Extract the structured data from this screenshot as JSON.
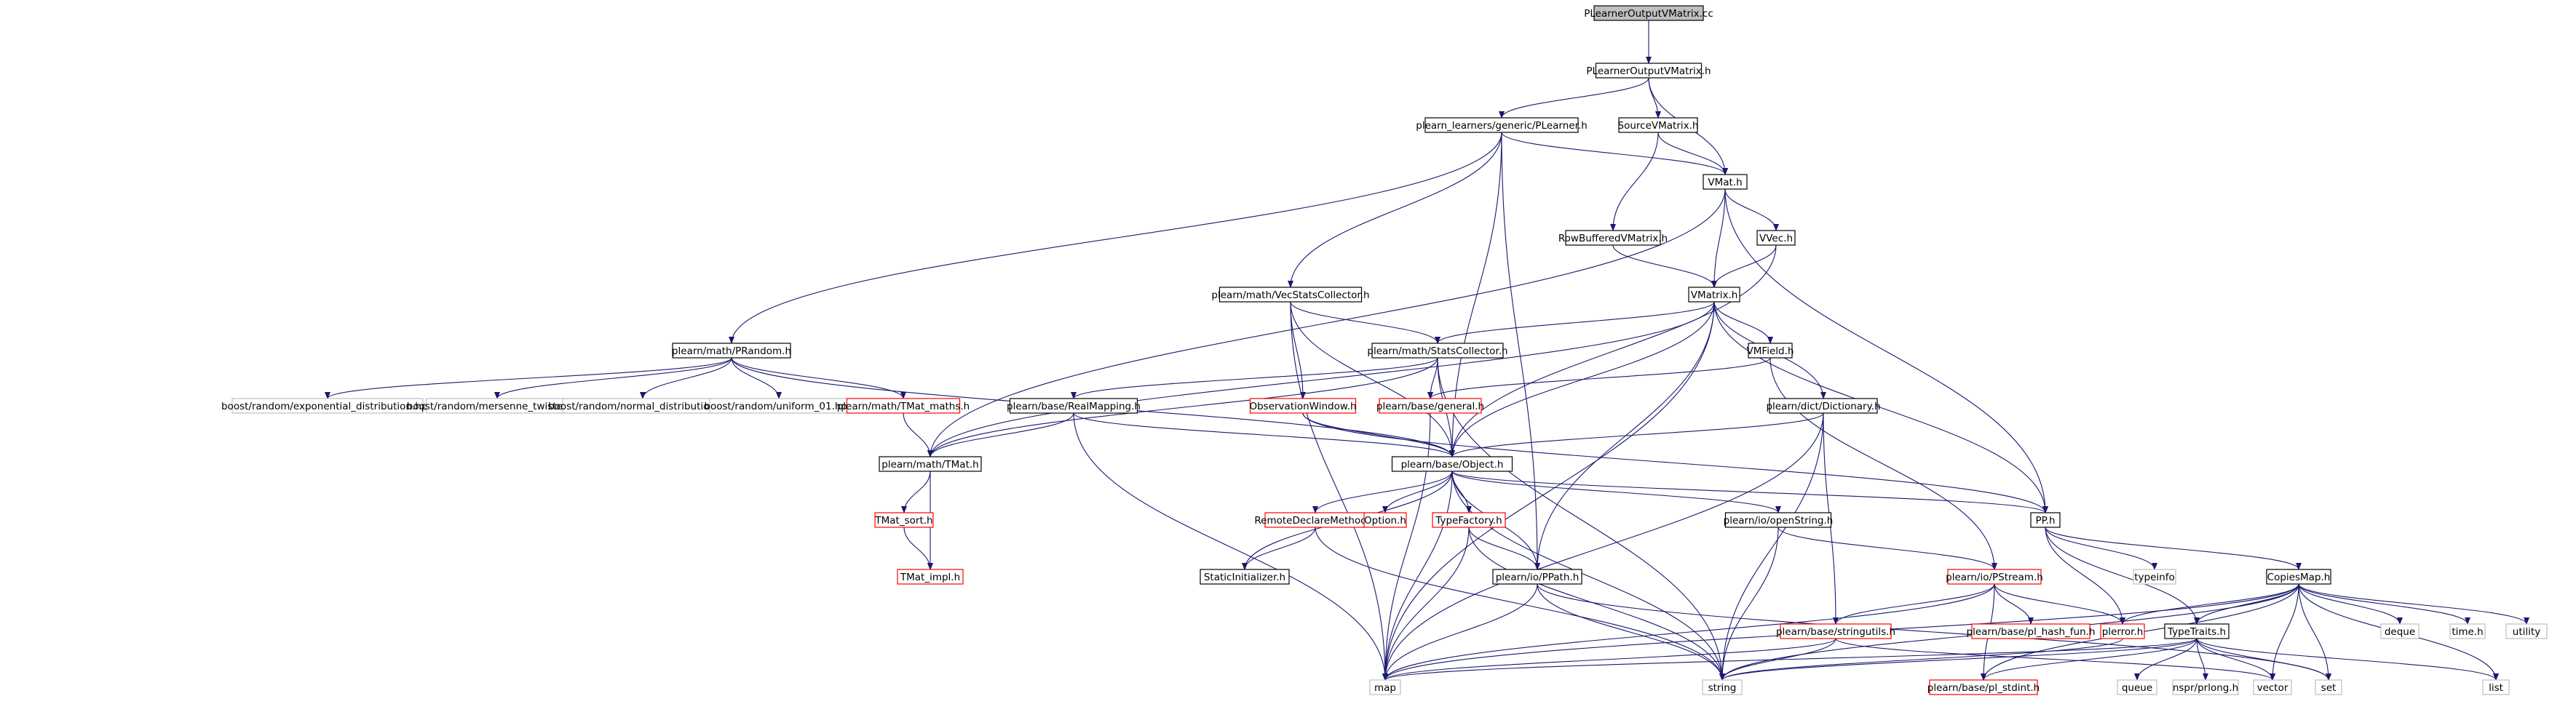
{
  "styles": {
    "root": {
      "fill": "#bfbfbf",
      "stroke": "#000000",
      "text": "#000000"
    },
    "normal": {
      "fill": "#ffffff",
      "stroke": "#000000",
      "text": "#000000"
    },
    "missing": {
      "fill": "#ffffff",
      "stroke": "#bfbfbf",
      "text": "#000000"
    },
    "truncated": {
      "fill": "#ffffff",
      "stroke": "#ff0000",
      "text": "#000000"
    },
    "edge_color": "#191970"
  },
  "nodes": [
    {
      "id": "root",
      "label": "PLearnerOutputVMatrix.cc",
      "style": "root"
    },
    {
      "id": "plov_h",
      "label": "PLearnerOutputVMatrix.h",
      "style": "normal"
    },
    {
      "id": "plearner_h",
      "label": "plearn_learners/generic/PLearner.h",
      "style": "normal"
    },
    {
      "id": "sourcevm_h",
      "label": "SourceVMatrix.h",
      "style": "normal"
    },
    {
      "id": "vmat_h",
      "label": "VMat.h",
      "style": "normal"
    },
    {
      "id": "rowbuf_h",
      "label": "RowBufferedVMatrix.h",
      "style": "normal"
    },
    {
      "id": "vvec_h",
      "label": "VVec.h",
      "style": "normal"
    },
    {
      "id": "vecstats_h",
      "label": "plearn/math/VecStatsCollector.h",
      "style": "normal"
    },
    {
      "id": "vmatrix_h",
      "label": "VMatrix.h",
      "style": "normal"
    },
    {
      "id": "prandom_h",
      "label": "plearn/math/PRandom.h",
      "style": "normal"
    },
    {
      "id": "statscol_h",
      "label": "plearn/math/StatsCollector.h",
      "style": "normal"
    },
    {
      "id": "vmfield_h",
      "label": "VMField.h",
      "style": "normal"
    },
    {
      "id": "exp_dist",
      "label": "boost/random/exponential_distribution.hpp",
      "style": "missing"
    },
    {
      "id": "mersenne",
      "label": "boost/random/mersenne_twister.hpp",
      "style": "missing"
    },
    {
      "id": "normal_dist",
      "label": "boost/random/normal_distribution.hpp",
      "style": "missing"
    },
    {
      "id": "uniform01",
      "label": "boost/random/uniform_01.hpp",
      "style": "missing"
    },
    {
      "id": "tmat_maths",
      "label": "plearn/math/TMat_maths.h",
      "style": "truncated"
    },
    {
      "id": "realmap_h",
      "label": "plearn/base/RealMapping.h",
      "style": "normal"
    },
    {
      "id": "obswin_h",
      "label": "ObservationWindow.h",
      "style": "truncated"
    },
    {
      "id": "general_h",
      "label": "plearn/base/general.h",
      "style": "truncated"
    },
    {
      "id": "dict_h",
      "label": "plearn/dict/Dictionary.h",
      "style": "normal"
    },
    {
      "id": "tmat_h",
      "label": "plearn/math/TMat.h",
      "style": "normal"
    },
    {
      "id": "object_h",
      "label": "plearn/base/Object.h",
      "style": "normal"
    },
    {
      "id": "pp_h",
      "label": "PP.h",
      "style": "normal"
    },
    {
      "id": "tmat_sort",
      "label": "TMat_sort.h",
      "style": "truncated"
    },
    {
      "id": "remotedecl",
      "label": "RemoteDeclareMethod.h",
      "style": "truncated"
    },
    {
      "id": "option_h",
      "label": "Option.h",
      "style": "truncated"
    },
    {
      "id": "typefactory",
      "label": "TypeFactory.h",
      "style": "truncated"
    },
    {
      "id": "openstring",
      "label": "plearn/io/openString.h",
      "style": "normal"
    },
    {
      "id": "typeinfo",
      "label": "typeinfo",
      "style": "missing"
    },
    {
      "id": "copiesmap",
      "label": "CopiesMap.h",
      "style": "normal"
    },
    {
      "id": "tmat_impl",
      "label": "TMat_impl.h",
      "style": "truncated"
    },
    {
      "id": "staticinit",
      "label": "StaticInitializer.h",
      "style": "normal"
    },
    {
      "id": "ppath_h",
      "label": "plearn/io/PPath.h",
      "style": "normal"
    },
    {
      "id": "pstream_h",
      "label": "plearn/io/PStream.h",
      "style": "truncated"
    },
    {
      "id": "stringutils",
      "label": "plearn/base/stringutils.h",
      "style": "truncated"
    },
    {
      "id": "hashfun",
      "label": "plearn/base/pl_hash_fun.h",
      "style": "truncated"
    },
    {
      "id": "plerror",
      "label": "plerror.h",
      "style": "truncated"
    },
    {
      "id": "typetraits",
      "label": "TypeTraits.h",
      "style": "normal"
    },
    {
      "id": "deque",
      "label": "deque",
      "style": "missing"
    },
    {
      "id": "time_h",
      "label": "time.h",
      "style": "missing"
    },
    {
      "id": "utility",
      "label": "utility",
      "style": "missing"
    },
    {
      "id": "map",
      "label": "map",
      "style": "missing"
    },
    {
      "id": "string",
      "label": "string",
      "style": "missing"
    },
    {
      "id": "plstdint",
      "label": "plearn/base/pl_stdint.h",
      "style": "truncated"
    },
    {
      "id": "queue",
      "label": "queue",
      "style": "missing"
    },
    {
      "id": "nspr",
      "label": "nspr/prlong.h",
      "style": "missing"
    },
    {
      "id": "vector",
      "label": "vector",
      "style": "missing"
    },
    {
      "id": "set",
      "label": "set",
      "style": "missing"
    },
    {
      "id": "list",
      "label": "list",
      "style": "missing"
    }
  ],
  "edges": [
    [
      "root",
      "plov_h"
    ],
    [
      "plov_h",
      "plearner_h"
    ],
    [
      "plov_h",
      "sourcevm_h"
    ],
    [
      "plov_h",
      "vmat_h"
    ],
    [
      "plearner_h",
      "vmat_h"
    ],
    [
      "plearner_h",
      "vecstats_h"
    ],
    [
      "plearner_h",
      "prandom_h"
    ],
    [
      "plearner_h",
      "object_h"
    ],
    [
      "plearner_h",
      "ppath_h"
    ],
    [
      "sourcevm_h",
      "vmat_h"
    ],
    [
      "sourcevm_h",
      "rowbuf_h"
    ],
    [
      "vmat_h",
      "vvec_h"
    ],
    [
      "vmat_h",
      "vmatrix_h"
    ],
    [
      "vmat_h",
      "tmat_h"
    ],
    [
      "vmat_h",
      "pp_h"
    ],
    [
      "rowbuf_h",
      "vmatrix_h"
    ],
    [
      "vvec_h",
      "vmatrix_h"
    ],
    [
      "vvec_h",
      "object_h"
    ],
    [
      "vecstats_h",
      "statscol_h"
    ],
    [
      "vecstats_h",
      "obswin_h"
    ],
    [
      "vecstats_h",
      "object_h"
    ],
    [
      "vecstats_h",
      "map"
    ],
    [
      "vmatrix_h",
      "statscol_h"
    ],
    [
      "vmatrix_h",
      "vmfield_h"
    ],
    [
      "vmatrix_h",
      "dict_h"
    ],
    [
      "vmatrix_h",
      "tmat_h"
    ],
    [
      "vmatrix_h",
      "object_h"
    ],
    [
      "vmatrix_h",
      "pp_h"
    ],
    [
      "vmatrix_h",
      "ppath_h"
    ],
    [
      "vmatrix_h",
      "map"
    ],
    [
      "prandom_h",
      "exp_dist"
    ],
    [
      "prandom_h",
      "mersenne"
    ],
    [
      "prandom_h",
      "normal_dist"
    ],
    [
      "prandom_h",
      "uniform01"
    ],
    [
      "prandom_h",
      "tmat_maths"
    ],
    [
      "prandom_h",
      "object_h"
    ],
    [
      "statscol_h",
      "realmap_h"
    ],
    [
      "statscol_h",
      "general_h"
    ],
    [
      "statscol_h",
      "object_h"
    ],
    [
      "statscol_h",
      "tmat_h"
    ],
    [
      "statscol_h",
      "string"
    ],
    [
      "vmfield_h",
      "general_h"
    ],
    [
      "vmfield_h",
      "pstream_h"
    ],
    [
      "tmat_maths",
      "tmat_h"
    ],
    [
      "realmap_h",
      "object_h"
    ],
    [
      "realmap_h",
      "tmat_h"
    ],
    [
      "realmap_h",
      "map"
    ],
    [
      "obswin_h",
      "object_h"
    ],
    [
      "obswin_h",
      "pp_h"
    ],
    [
      "general_h",
      "map"
    ],
    [
      "dict_h",
      "object_h"
    ],
    [
      "dict_h",
      "stringutils"
    ],
    [
      "dict_h",
      "map"
    ],
    [
      "dict_h",
      "string"
    ],
    [
      "tmat_h",
      "tmat_sort"
    ],
    [
      "tmat_h",
      "tmat_impl"
    ],
    [
      "tmat_sort",
      "tmat_impl"
    ],
    [
      "object_h",
      "pp_h"
    ],
    [
      "object_h",
      "remotedecl"
    ],
    [
      "object_h",
      "option_h"
    ],
    [
      "object_h",
      "typefactory"
    ],
    [
      "object_h",
      "openstring"
    ],
    [
      "object_h",
      "staticinit"
    ],
    [
      "object_h",
      "ppath_h"
    ],
    [
      "object_h",
      "map"
    ],
    [
      "object_h",
      "string"
    ],
    [
      "pp_h",
      "typeinfo"
    ],
    [
      "pp_h",
      "copiesmap"
    ],
    [
      "pp_h",
      "plerror"
    ],
    [
      "pp_h",
      "typetraits"
    ],
    [
      "remotedecl",
      "staticinit"
    ],
    [
      "remotedecl",
      "string"
    ],
    [
      "typefactory",
      "ppath_h"
    ],
    [
      "typefactory",
      "map"
    ],
    [
      "typefactory",
      "string"
    ],
    [
      "openstring",
      "pstream_h"
    ],
    [
      "openstring",
      "string"
    ],
    [
      "ppath_h",
      "set"
    ],
    [
      "ppath_h",
      "map"
    ],
    [
      "ppath_h",
      "string"
    ],
    [
      "pstream_h",
      "stringutils"
    ],
    [
      "pstream_h",
      "hashfun"
    ],
    [
      "pstream_h",
      "plerror"
    ],
    [
      "pstream_h",
      "plstdint"
    ],
    [
      "pstream_h",
      "map"
    ],
    [
      "copiesmap",
      "deque"
    ],
    [
      "copiesmap",
      "time_h"
    ],
    [
      "copiesmap",
      "utility"
    ],
    [
      "copiesmap",
      "plerror"
    ],
    [
      "copiesmap",
      "typetraits"
    ],
    [
      "copiesmap",
      "map"
    ],
    [
      "copiesmap",
      "vector"
    ],
    [
      "copiesmap",
      "set"
    ],
    [
      "copiesmap",
      "list"
    ],
    [
      "copiesmap",
      "string"
    ],
    [
      "copiesmap",
      "plstdint"
    ],
    [
      "stringutils",
      "map"
    ],
    [
      "stringutils",
      "string"
    ],
    [
      "stringutils",
      "vector"
    ],
    [
      "plerror",
      "string"
    ],
    [
      "typetraits",
      "list"
    ],
    [
      "typetraits",
      "map"
    ],
    [
      "typetraits",
      "set"
    ],
    [
      "typetraits",
      "vector"
    ],
    [
      "typetraits",
      "string"
    ],
    [
      "typetraits",
      "queue"
    ],
    [
      "typetraits",
      "nspr"
    ],
    [
      "typetraits",
      "plstdint"
    ]
  ]
}
